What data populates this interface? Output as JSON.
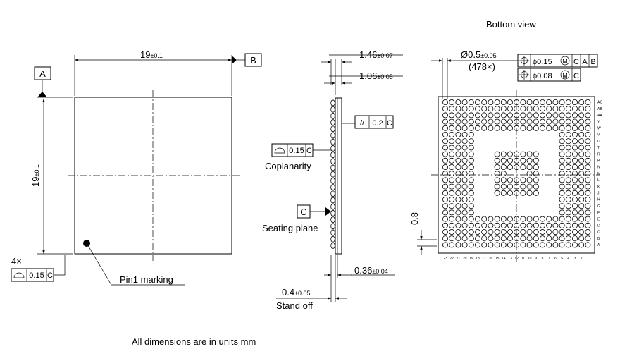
{
  "top_view": {
    "width_label": "19",
    "width_tol": "±0.1",
    "height_label": "19",
    "height_tol": "±0.1",
    "datum_a": "A",
    "datum_b": "B",
    "pin1_label": "Pin1 marking",
    "flatness_count": "4×",
    "flatness_value": "0.15",
    "flatness_datum": "C"
  },
  "side_view": {
    "thickness_label": "1.46",
    "thickness_tol": "±0.07",
    "body_label": "1.06",
    "body_tol": "±0.05",
    "parallelism_symbol": "//",
    "parallelism_value": "0.2",
    "parallelism_datum": "C",
    "coplanarity_value": "0.15",
    "coplanarity_datum": "C",
    "coplanarity_label": "Coplanarity",
    "seating_datum": "C",
    "seating_label": "Seating plane",
    "ball_label": "0.36",
    "ball_tol": "±0.04",
    "standoff_label": "0.4",
    "standoff_tol": "±0.05",
    "standoff_text": "Stand off"
  },
  "bottom_view": {
    "title": "Bottom view",
    "ball_dia_label": "Ø0.5",
    "ball_dia_tol": "±0.05",
    "ball_count": "(478×)",
    "fcf1": {
      "tol": "ϕ0.15",
      "mod": "M",
      "datums": [
        "C",
        "A",
        "B"
      ]
    },
    "fcf2": {
      "tol": "ϕ0.08",
      "mod": "M",
      "datums": [
        "C"
      ]
    },
    "pitch_label": "0.8",
    "grid_size": 23,
    "ball_count_value": 478,
    "row_labels": [
      "AC",
      "AB",
      "AA",
      "Y",
      "W",
      "V",
      "U",
      "T",
      "R",
      "P",
      "N",
      "M",
      "L",
      "K",
      "J",
      "H",
      "G",
      "F",
      "E",
      "D",
      "C",
      "B",
      "A"
    ],
    "col_labels": [
      "23",
      "22",
      "21",
      "20",
      "19",
      "18",
      "17",
      "16",
      "15",
      "14",
      "13",
      "12",
      "11",
      "10",
      "9",
      "8",
      "7",
      "6",
      "5",
      "4",
      "3",
      "2",
      "1"
    ]
  },
  "footer": {
    "units_note": "All dimensions are in units mm"
  }
}
